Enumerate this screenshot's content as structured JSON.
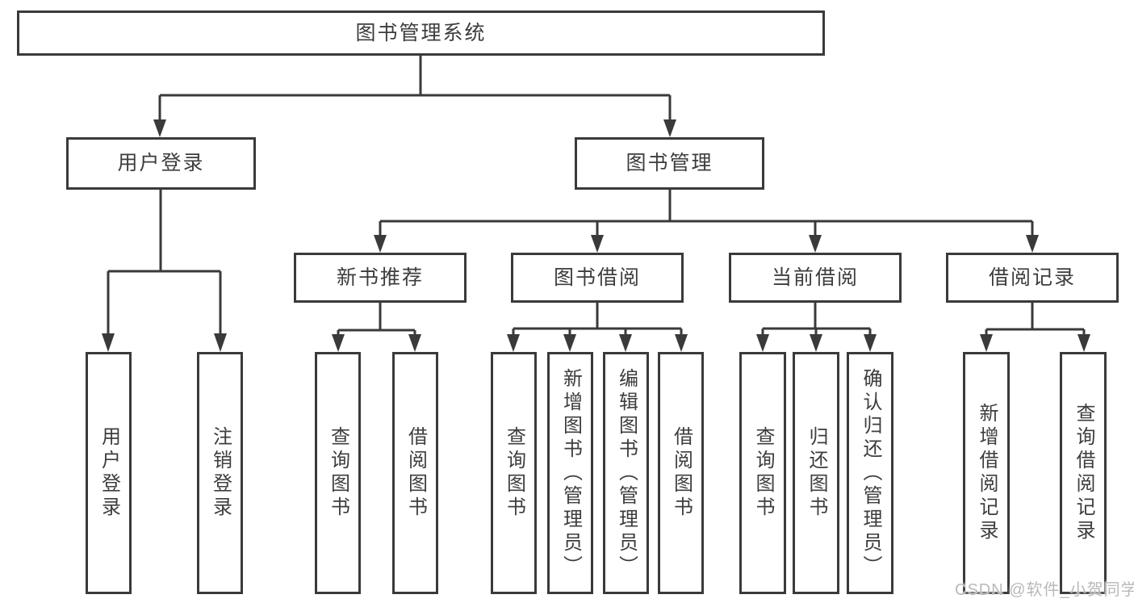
{
  "diagram": {
    "title": "图书管理系统",
    "colors": {
      "line": "#3a3a3a",
      "text": "#3d3d3d",
      "background": "#ffffff",
      "watermark": "#b9b9b9"
    },
    "root": {
      "label": "图书管理系统"
    },
    "level2": [
      {
        "label": "用户登录"
      },
      {
        "label": "图书管理"
      }
    ],
    "level3": [
      {
        "label": "新书推荐"
      },
      {
        "label": "图书借阅"
      },
      {
        "label": "当前借阅"
      },
      {
        "label": "借阅记录"
      }
    ],
    "leaves": [
      {
        "label": "用户登录"
      },
      {
        "label": "注销登录"
      },
      {
        "label": "查询图书"
      },
      {
        "label": "借阅图书"
      },
      {
        "label": "查询图书"
      },
      {
        "label": "新增图书（管理员）"
      },
      {
        "label": "编辑图书（管理员）"
      },
      {
        "label": "借阅图书"
      },
      {
        "label": "查询图书"
      },
      {
        "label": "归还图书"
      },
      {
        "label": "确认归还（管理员）"
      },
      {
        "label": "新增借阅记录"
      },
      {
        "label": "查询借阅记录"
      }
    ]
  },
  "watermark": {
    "text": "CSDN @软件_小贺同学"
  }
}
